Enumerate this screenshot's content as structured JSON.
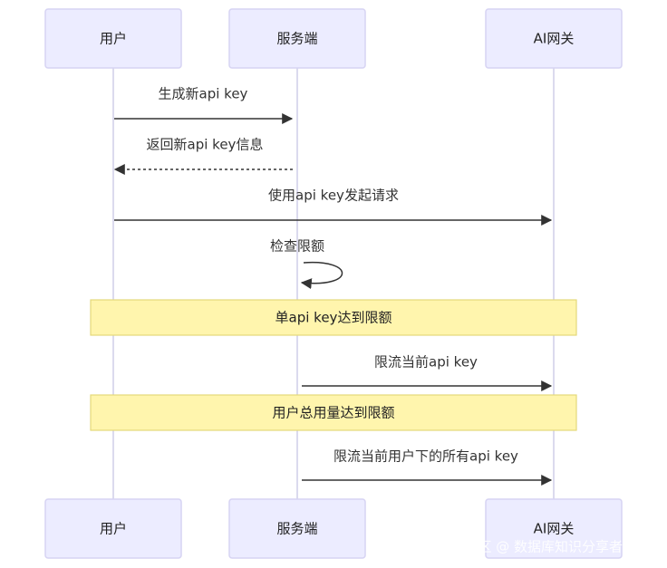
{
  "actors": [
    {
      "id": "user",
      "label": "用户"
    },
    {
      "id": "server",
      "label": "服务端"
    },
    {
      "id": "gateway",
      "label": "AI网关"
    }
  ],
  "messages": [
    {
      "from": "user",
      "to": "server",
      "label": "生成新api key",
      "style": "solid"
    },
    {
      "from": "server",
      "to": "user",
      "label": "返回新api key信息",
      "style": "dashed"
    },
    {
      "from": "user",
      "to": "gateway",
      "label": "使用api key发起请求",
      "style": "solid"
    },
    {
      "from": "server",
      "to": "server",
      "label": "检查限额",
      "style": "self"
    },
    {
      "from": "server",
      "to": "gateway",
      "label": "限流当前api key",
      "style": "solid"
    },
    {
      "from": "server",
      "to": "gateway",
      "label": "限流当前用户下的所有api key",
      "style": "solid"
    }
  ],
  "notes": [
    {
      "label": "单api key达到限额"
    },
    {
      "label": "用户总用量达到限额"
    }
  ],
  "watermark": "掘金技术社区 @ 数据库知识分享者小北",
  "colors": {
    "actor_fill": "#ececff",
    "actor_border": "#d6d3f3",
    "lifeline": "#cfcde8",
    "note_fill": "#fff5ad",
    "note_border": "#e4d97a",
    "line": "#333333"
  }
}
